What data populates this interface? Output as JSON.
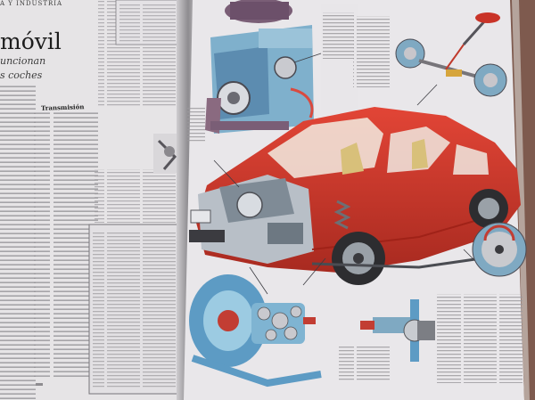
{
  "book": {
    "section_header": "A Y INDUSTRIA",
    "title_main": "móvil",
    "title_line2": "uncionan",
    "title_line3": "s coches",
    "subheading": "Transmisión"
  },
  "colors": {
    "page": "#e8e6e6",
    "car_body": "#d9352b",
    "car_shadow": "#9f1f1a",
    "engine_blue": "#7fb0cc",
    "gear_blue": "#5d9bc4",
    "engine_purple": "#7a5e76",
    "book_edge": "#7e5a4e"
  }
}
